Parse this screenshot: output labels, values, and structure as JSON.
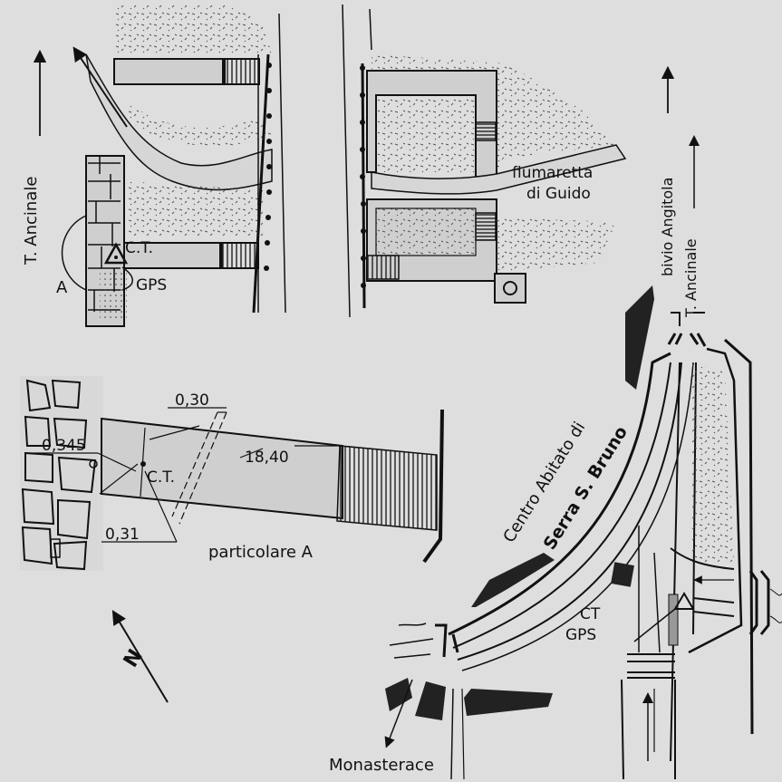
{
  "labels": {
    "t_ancinale_left": "T. Ancinale",
    "ct_top": "C.T.",
    "gps_top": "GPS",
    "a_mark": "A",
    "fiumaretta": "fiumaretta",
    "di_guido": "di Guido",
    "bivio_angitola": "bivio Angitola",
    "t_ancinale_right": "T. Ancinale",
    "centro_abitato": "Centro Abitato di",
    "serra_s_bruno": "Serra S. Bruno",
    "dim_030": "0,30",
    "dim_0345": "0,345",
    "dim_1840": "18,40",
    "dim_031": "0,31",
    "ct_detail": "C.T.",
    "particolare_a": "particolare A",
    "north": "N",
    "ct_map": "CT",
    "gps_map": "GPS",
    "monasterace": "Monasterace"
  },
  "colors": {
    "ink": "#111111",
    "paper": "#dedede",
    "hatch": "#333333"
  }
}
